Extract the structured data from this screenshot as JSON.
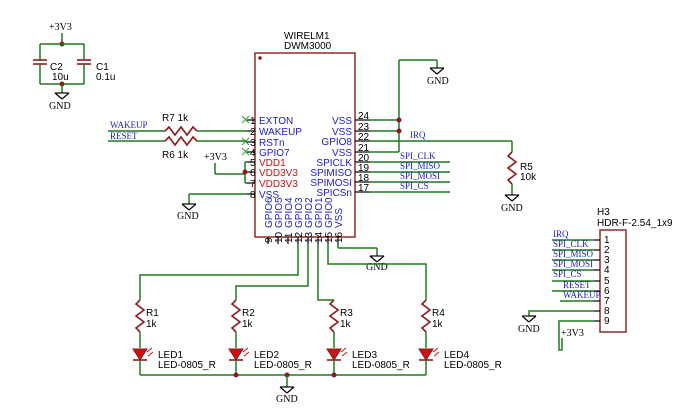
{
  "caps": {
    "power": "+3V3",
    "gnd": "GND",
    "c2": {
      "ref": "C2",
      "value": "10u"
    },
    "c1": {
      "ref": "C1",
      "value": "0.1u"
    }
  },
  "ic": {
    "ref": "WIRELM1",
    "part": "DWM3000",
    "left": [
      {
        "num": "1",
        "name": "EXTON"
      },
      {
        "num": "2",
        "name": "WAKEUP"
      },
      {
        "num": "3",
        "name": "RSTn"
      },
      {
        "num": "4",
        "name": "GPIO7"
      },
      {
        "num": "5",
        "name": "VDD1"
      },
      {
        "num": "6",
        "name": "VDD3V3"
      },
      {
        "num": "7",
        "name": "VDD3V3"
      },
      {
        "num": "8",
        "name": "VSS"
      }
    ],
    "right": [
      {
        "num": "24",
        "name": "VSS"
      },
      {
        "num": "23",
        "name": "VSS"
      },
      {
        "num": "22",
        "name": "GPIO8"
      },
      {
        "num": "21",
        "name": "VSS"
      },
      {
        "num": "20",
        "name": "SPICLK"
      },
      {
        "num": "19",
        "name": "SPIMISO"
      },
      {
        "num": "18",
        "name": "SPIMOSI"
      },
      {
        "num": "17",
        "name": "SPICSn"
      }
    ],
    "bottom": [
      {
        "num": "9",
        "name": "GPIO6"
      },
      {
        "num": "10",
        "name": "GPIO5"
      },
      {
        "num": "11",
        "name": "GPIO4"
      },
      {
        "num": "12",
        "name": "GPIO3"
      },
      {
        "num": "13",
        "name": "GPIO2"
      },
      {
        "num": "14",
        "name": "GPIO1"
      },
      {
        "num": "15",
        "name": "GPIO0"
      },
      {
        "num": "16",
        "name": "VSS"
      }
    ]
  },
  "nets": {
    "left": {
      "wakeup": "WAKEUP",
      "reset": "RESET"
    },
    "right": {
      "irq": "IRQ",
      "spi_clk": "SPI_CLK",
      "spi_miso": "SPI_MISO",
      "spi_mosi": "SPI_MOSI",
      "spi_cs": "SPI_CS"
    }
  },
  "resistors": {
    "r7": "R7  1k",
    "r6": "R6  1k",
    "r5": {
      "ref": "R5",
      "value": "10k"
    }
  },
  "power": {
    "v33_left": "+3V3",
    "v33_header": "+3V3",
    "gnd": "GND"
  },
  "leds": [
    {
      "r_ref": "R1",
      "r_value": "1k",
      "led_ref": "LED1",
      "led_part": "LED-0805_R"
    },
    {
      "r_ref": "R2",
      "r_value": "1k",
      "led_ref": "LED2",
      "led_part": "LED-0805_R"
    },
    {
      "r_ref": "R3",
      "r_value": "1k",
      "led_ref": "LED3",
      "led_part": "LED-0805_R"
    },
    {
      "r_ref": "R4",
      "r_value": "1k",
      "led_ref": "LED4",
      "led_part": "LED-0805_R"
    }
  ],
  "header": {
    "ref": "H3",
    "part": "HDR-F-2.54_1x9",
    "pins": [
      "1",
      "2",
      "3",
      "4",
      "5",
      "6",
      "7",
      "8",
      "9"
    ],
    "nets": [
      "IRQ",
      "SPI_CLK",
      "SPI_MISO",
      "SPI_MOSI",
      "SPI_CS",
      "RESET",
      "WAKEUP"
    ]
  },
  "colors": {
    "wire": "#1e7a1e",
    "component": "#8b1a1a",
    "pin_name_blue": "#1b1bc9",
    "pin_name_red": "#cc1111"
  }
}
